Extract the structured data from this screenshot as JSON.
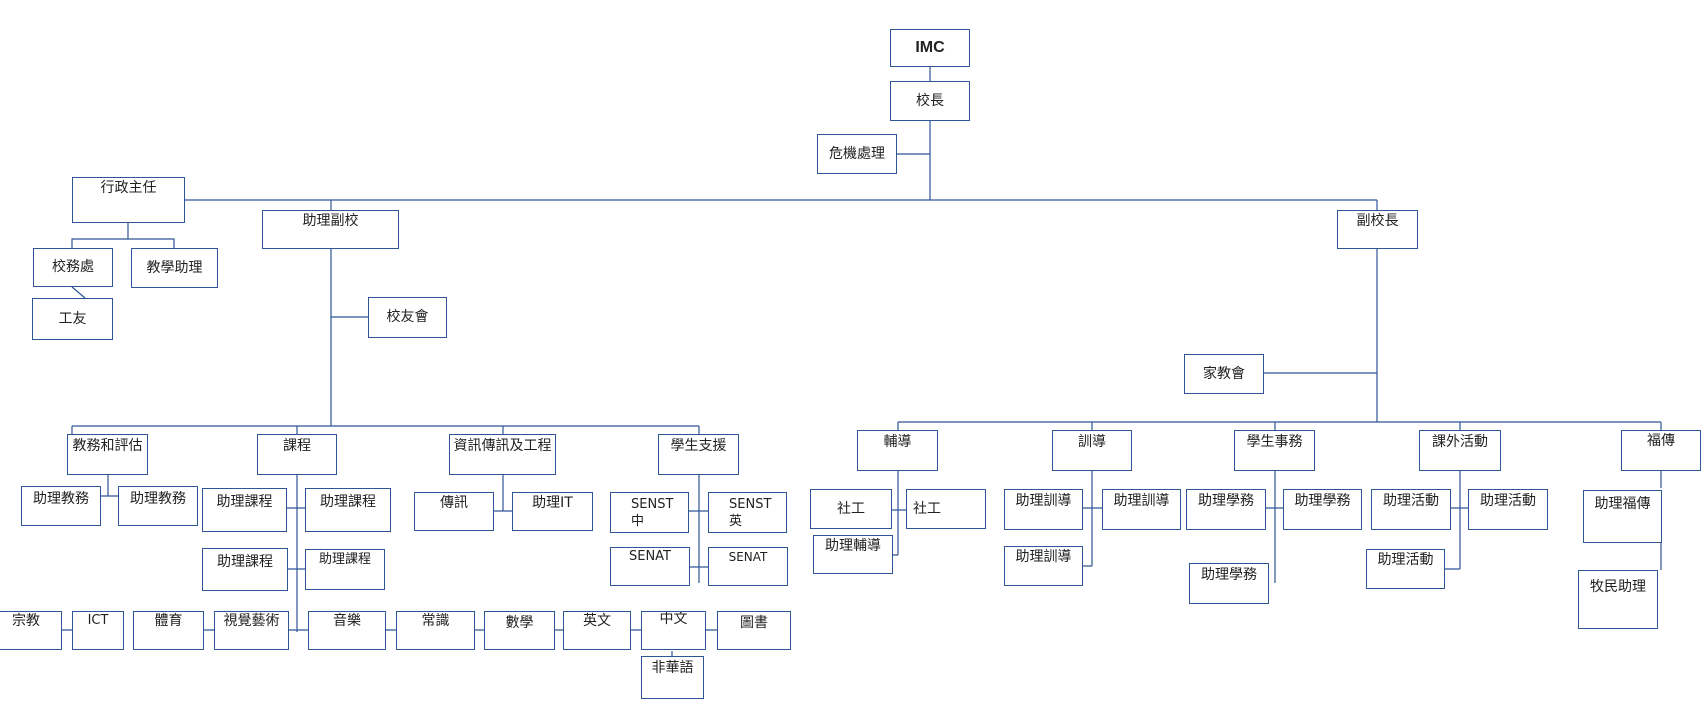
{
  "colors": {
    "line": "#2f5597",
    "text": "#222222",
    "background": "#ffffff"
  },
  "nodes": {
    "imc": "IMC",
    "principal": "校長",
    "crisis": "危機處理",
    "admin_head": "行政主任",
    "asst_vp": "助理副校",
    "vp": "副校長",
    "school_office": "校務處",
    "teaching_asst": "教學助理",
    "janitor": "工友",
    "alumni": "校友會",
    "pta": "家教會",
    "academic": "教務和評估",
    "curriculum": "課程",
    "ict_eng": "資訊傳訊及工程",
    "student_support": "學生支援",
    "guidance": "輔導",
    "discipline": "訓導",
    "student_affairs": "學生事務",
    "ecas": "課外活動",
    "gospel": "福傳",
    "asst_academic_1": "助理教務",
    "asst_academic_2": "助理教務",
    "asst_curr_1": "助理課程",
    "asst_curr_2": "助理課程",
    "asst_curr_3": "助理課程",
    "asst_curr_4": "助理課程",
    "comms": "傳訊",
    "asst_it": "助理IT",
    "senst_cn": "SENST\n中",
    "senst_en": "SENST\n英",
    "senat_1": "SENAT",
    "senat_2": "SENAT",
    "social_1": "社工",
    "social_2": "社工",
    "asst_guidance": "助理輔導",
    "asst_disc_1": "助理訓導",
    "asst_disc_2": "助理訓導",
    "asst_disc_3": "助理訓導",
    "asst_sa_1": "助理學務",
    "asst_sa_2": "助理學務",
    "asst_sa_3": "助理學務",
    "asst_act_1": "助理活動",
    "asst_act_2": "助理活動",
    "asst_act_3": "助理活動",
    "asst_gospel": "助理福傳",
    "pastoral": "牧民助理",
    "religion": "宗教",
    "ict": "ICT",
    "pe": "體育",
    "visual_arts": "視覺藝術",
    "music": "音樂",
    "general": "常識",
    "math": "數學",
    "english": "英文",
    "chinese": "中文",
    "library": "圖書",
    "non_chinese": "非華語"
  }
}
